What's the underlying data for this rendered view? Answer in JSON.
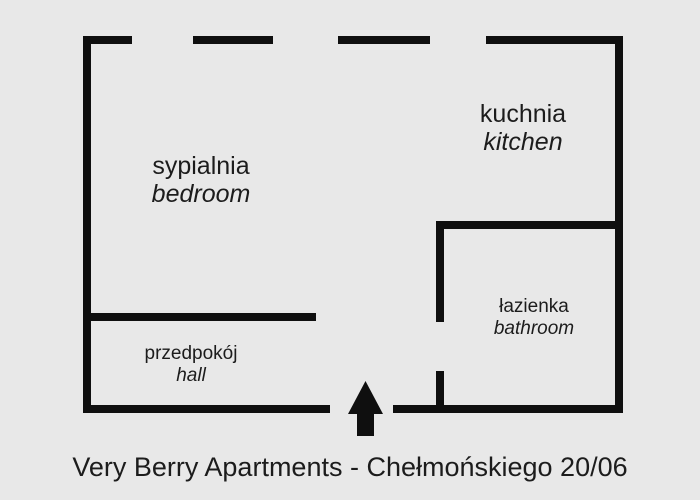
{
  "plan": {
    "colors": {
      "background": "#e8e8e8",
      "wall": "#0f0f0f",
      "text": "#1c1c1c",
      "arrow": "#0f0f0f"
    },
    "rooms": {
      "bedroom": {
        "name_pl": "sypialnia",
        "name_en": "bedroom"
      },
      "kitchen": {
        "name_pl": "kuchnia",
        "name_en": "kitchen"
      },
      "bathroom": {
        "name_pl": "łazienka",
        "name_en": "bathroom"
      },
      "hall": {
        "name_pl": "przedpokój",
        "name_en": "hall"
      }
    },
    "entrance_icon": "up-arrow",
    "caption": "Very Berry Apartments - Chełmońskiego 20/06"
  }
}
